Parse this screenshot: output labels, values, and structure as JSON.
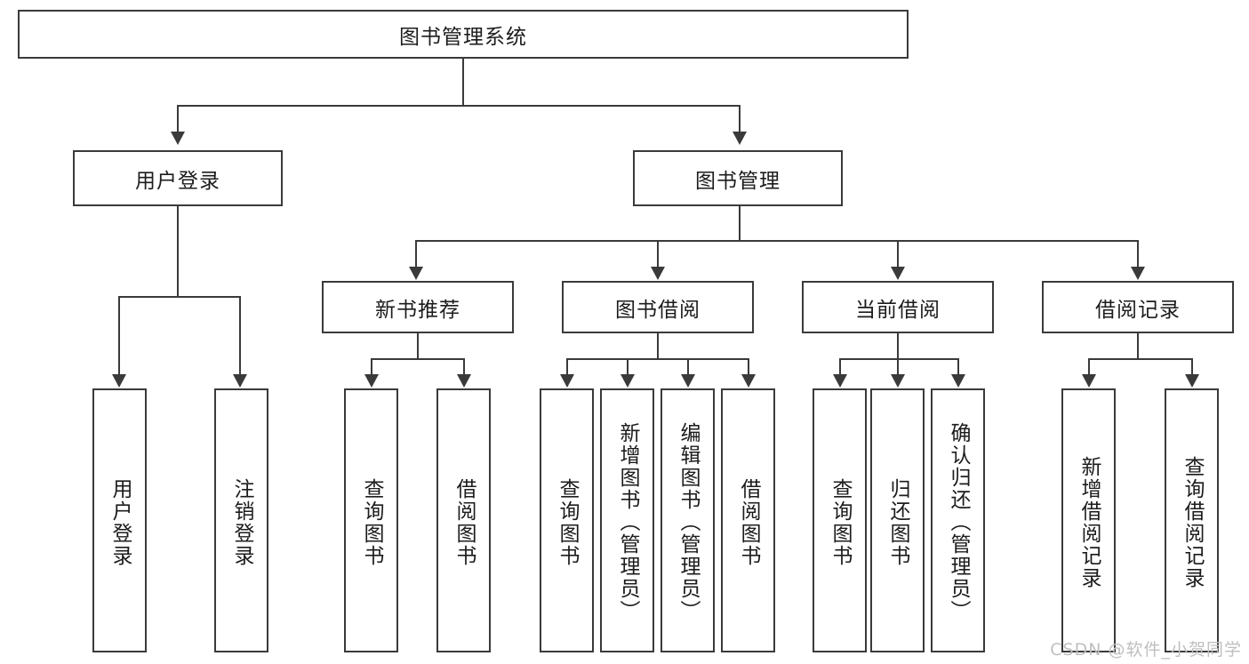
{
  "diagram": {
    "title_node": {
      "label": "图书管理系统"
    },
    "level2": [
      {
        "id": "user-login",
        "label": "用户登录"
      },
      {
        "id": "book-management",
        "label": "图书管理"
      }
    ],
    "level3": [
      {
        "id": "new-book-recommend",
        "label": "新书推荐"
      },
      {
        "id": "book-borrow",
        "label": "图书借阅"
      },
      {
        "id": "current-borrow",
        "label": "当前借阅"
      },
      {
        "id": "borrow-record",
        "label": "借阅记录"
      }
    ],
    "leaves": {
      "user_login": [
        {
          "id": "leaf-user-login",
          "label": "用户登录"
        },
        {
          "id": "leaf-logout-login",
          "label": "注销登录"
        }
      ],
      "new_book_recommend": [
        {
          "id": "leaf-query-book-1",
          "label": "查询图书"
        },
        {
          "id": "leaf-borrow-book-1",
          "label": "借阅图书"
        }
      ],
      "book_borrow": [
        {
          "id": "leaf-query-book-2",
          "label": "查询图书"
        },
        {
          "id": "leaf-add-book-admin",
          "label": "新增图书（管理员）"
        },
        {
          "id": "leaf-edit-book-admin",
          "label": "编辑图书（管理员）"
        },
        {
          "id": "leaf-borrow-book-2",
          "label": "借阅图书"
        }
      ],
      "current_borrow": [
        {
          "id": "leaf-query-book-3",
          "label": "查询图书"
        },
        {
          "id": "leaf-return-book",
          "label": "归还图书"
        },
        {
          "id": "leaf-confirm-return-admin",
          "label": "确认归还（管理员）"
        }
      ],
      "borrow_record": [
        {
          "id": "leaf-add-borrow-record",
          "label": "新增借阅记录"
        },
        {
          "id": "leaf-query-borrow-record",
          "label": "查询借阅记录"
        }
      ]
    }
  },
  "watermark": {
    "text": "CSDN @软件_小贺同学"
  },
  "colors": {
    "stroke": "#3a3a3a",
    "text": "#1c1c1c",
    "background": "#ffffff",
    "watermark": "#bfbfbf"
  }
}
